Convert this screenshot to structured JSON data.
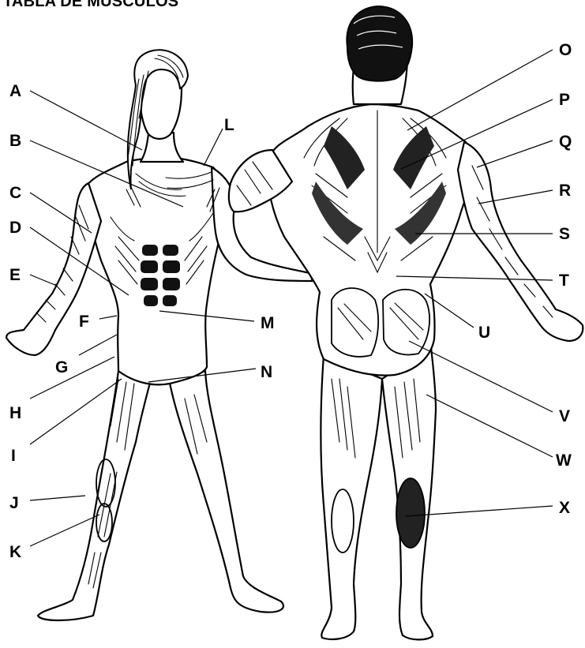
{
  "title": "TABLA DE MÚSCULOS",
  "labels": {
    "A": "A",
    "B": "B",
    "C": "C",
    "D": "D",
    "E": "E",
    "F": "F",
    "G": "G",
    "H": "H",
    "I": "I",
    "J": "J",
    "K": "K",
    "L": "L",
    "M": "M",
    "N": "N",
    "O": "O",
    "P": "P",
    "Q": "Q",
    "R": "R",
    "S": "S",
    "T": "T",
    "U": "U",
    "V": "V",
    "W": "W",
    "X": "X"
  },
  "colors": {
    "ink": "#000000",
    "background": "#ffffff"
  }
}
